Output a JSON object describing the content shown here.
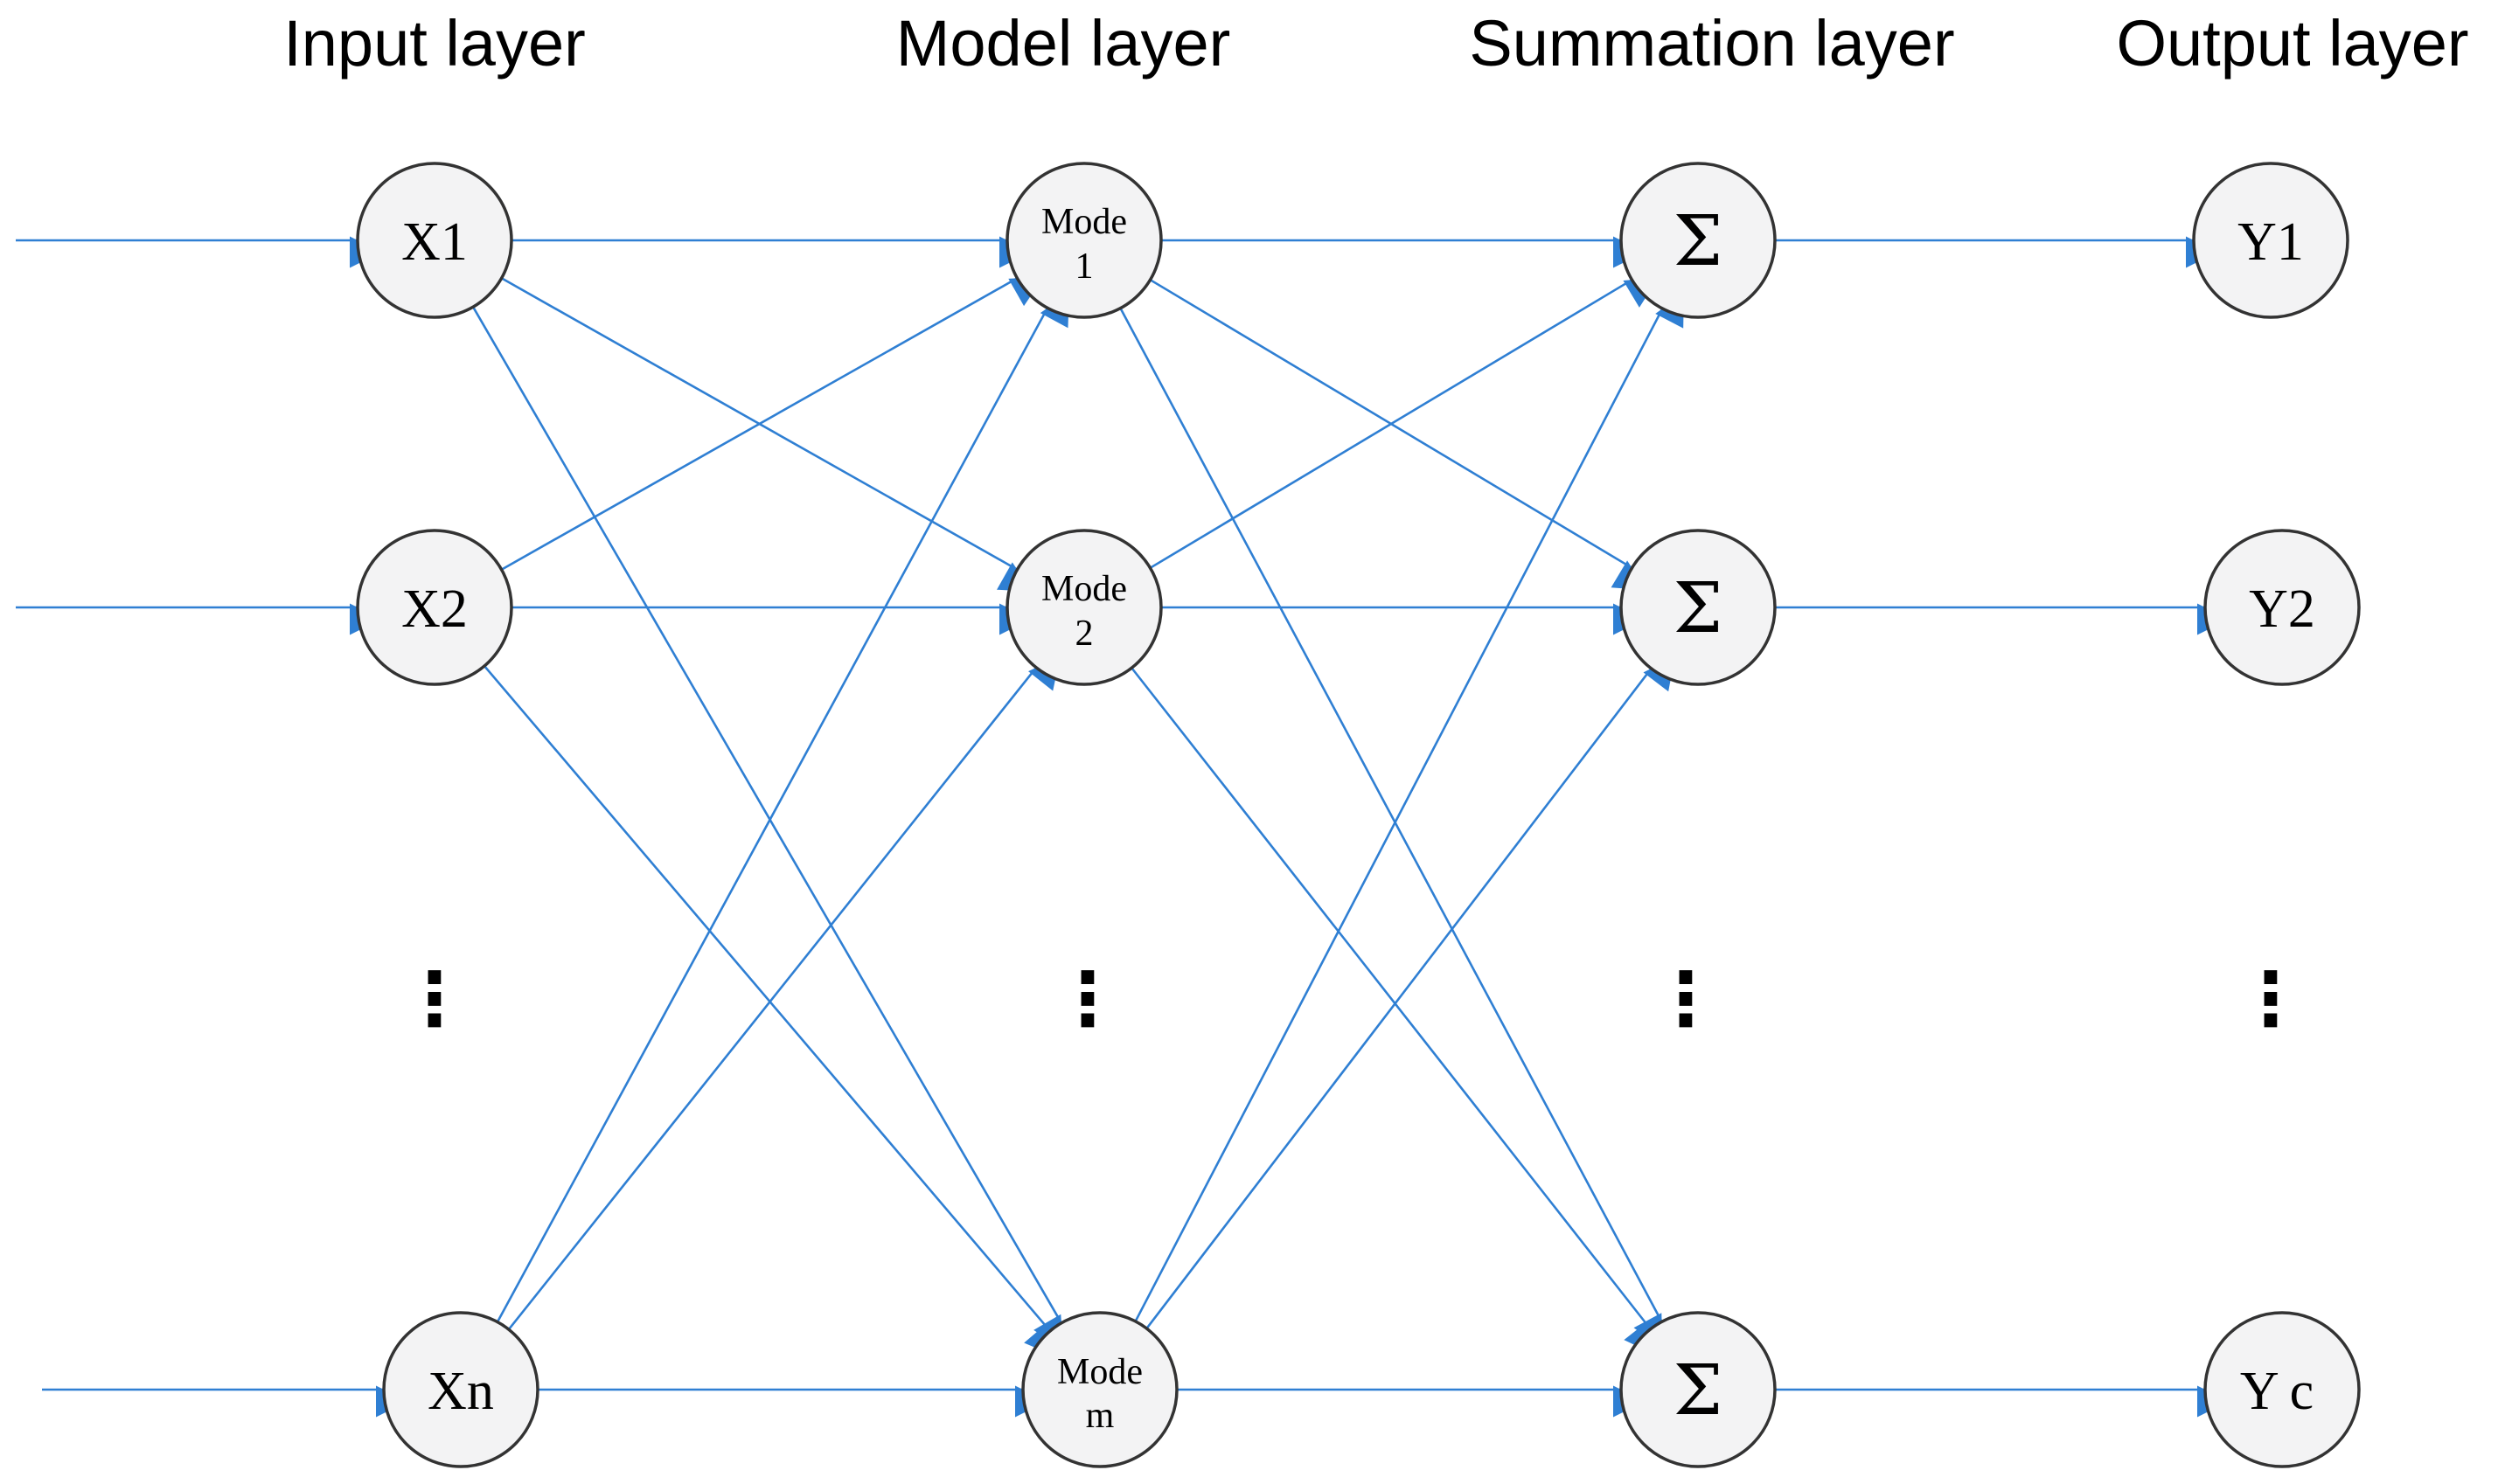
{
  "layers": [
    {
      "title": "Input layer"
    },
    {
      "title": "Model layer"
    },
    {
      "title": "Summation layer"
    },
    {
      "title": "Output layer"
    }
  ],
  "nodes": {
    "input": [
      "X1",
      "X2",
      "Xn"
    ],
    "model": [
      {
        "line1": "Mode",
        "line2": "1"
      },
      {
        "line1": "Mode",
        "line2": "2"
      },
      {
        "line1": "Mode",
        "line2": "m"
      }
    ],
    "summation": [
      "Σ",
      "Σ",
      "Σ"
    ],
    "output": [
      "Y1",
      "Y2",
      "Yc"
    ]
  },
  "ellipsis": "⋮",
  "colors": {
    "edge": "#2f7fd3",
    "node_fill": "#f3f3f4",
    "node_stroke": "#333333"
  }
}
